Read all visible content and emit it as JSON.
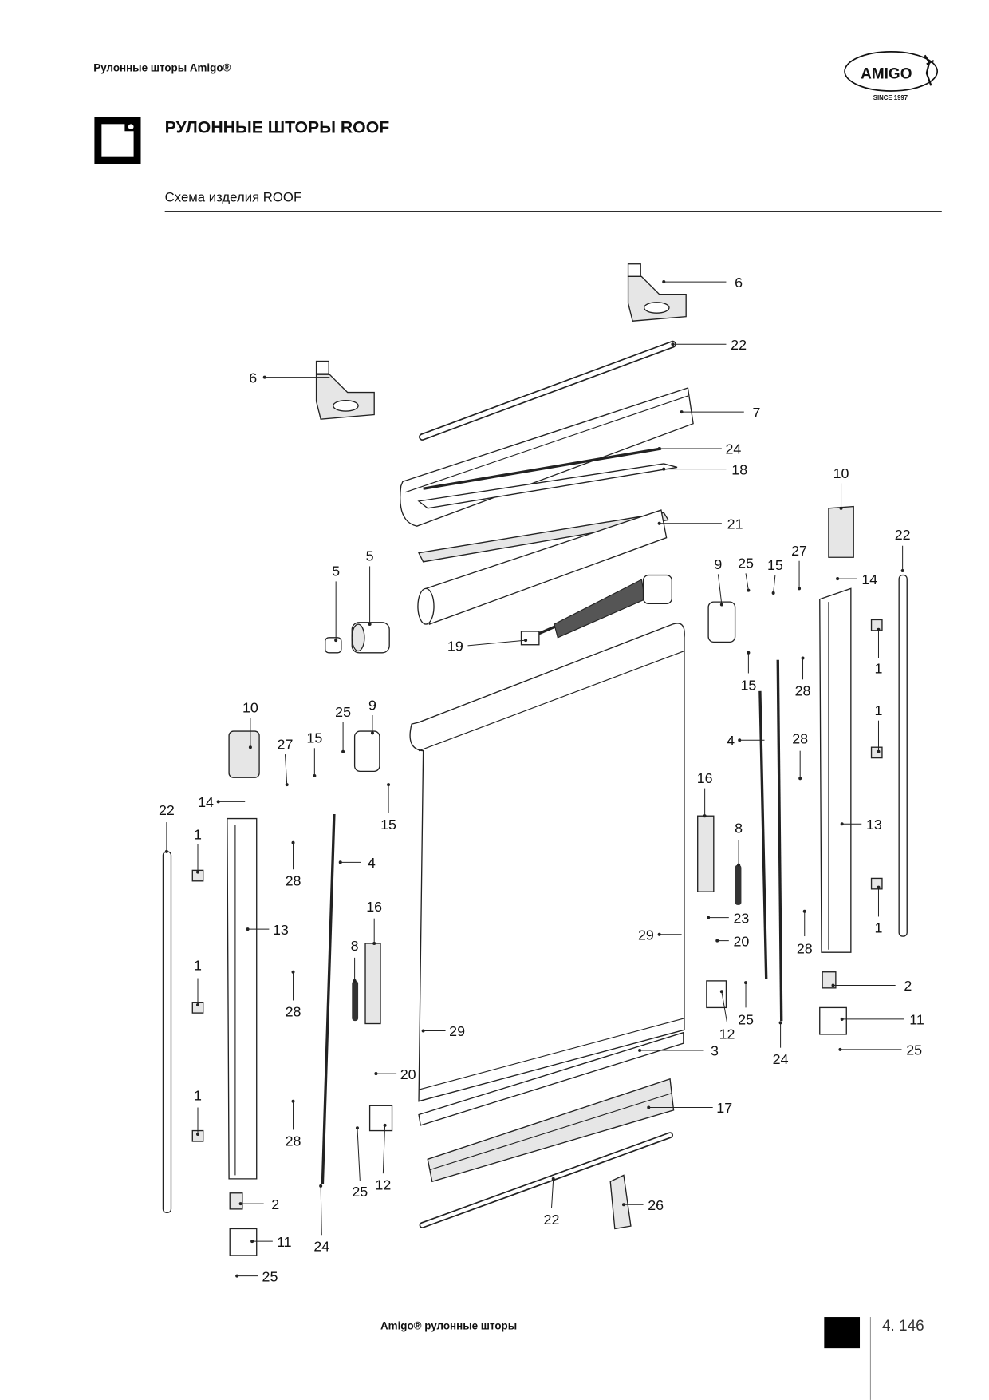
{
  "header": {
    "running_title": "Рулонные шторы Amigo®",
    "logo_text": "AMIGO",
    "logo_since": "SINCE 1997",
    "section_title": "РУЛОННЫЕ ШТОРЫ ROOF",
    "subtitle": "Схема изделия ROOF"
  },
  "diagram": {
    "callouts": [
      "6",
      "22",
      "6",
      "7",
      "24",
      "18",
      "10",
      "21",
      "22",
      "5",
      "5",
      "9",
      "25",
      "15",
      "27",
      "14",
      "19",
      "1",
      "15",
      "28",
      "10",
      "25",
      "9",
      "1",
      "15",
      "27",
      "4",
      "28",
      "16",
      "15",
      "22",
      "14",
      "13",
      "1",
      "8",
      "4",
      "28",
      "16",
      "1",
      "13",
      "23",
      "29",
      "20",
      "28",
      "8",
      "1",
      "2",
      "28",
      "25",
      "11",
      "29",
      "12",
      "3",
      "25",
      "24",
      "20",
      "1",
      "17",
      "28",
      "25",
      "12",
      "22",
      "26",
      "2",
      "11",
      "24",
      "25"
    ]
  },
  "footer": {
    "brand": "Amigo®  рулонные шторы",
    "page_number": "4. 146"
  }
}
